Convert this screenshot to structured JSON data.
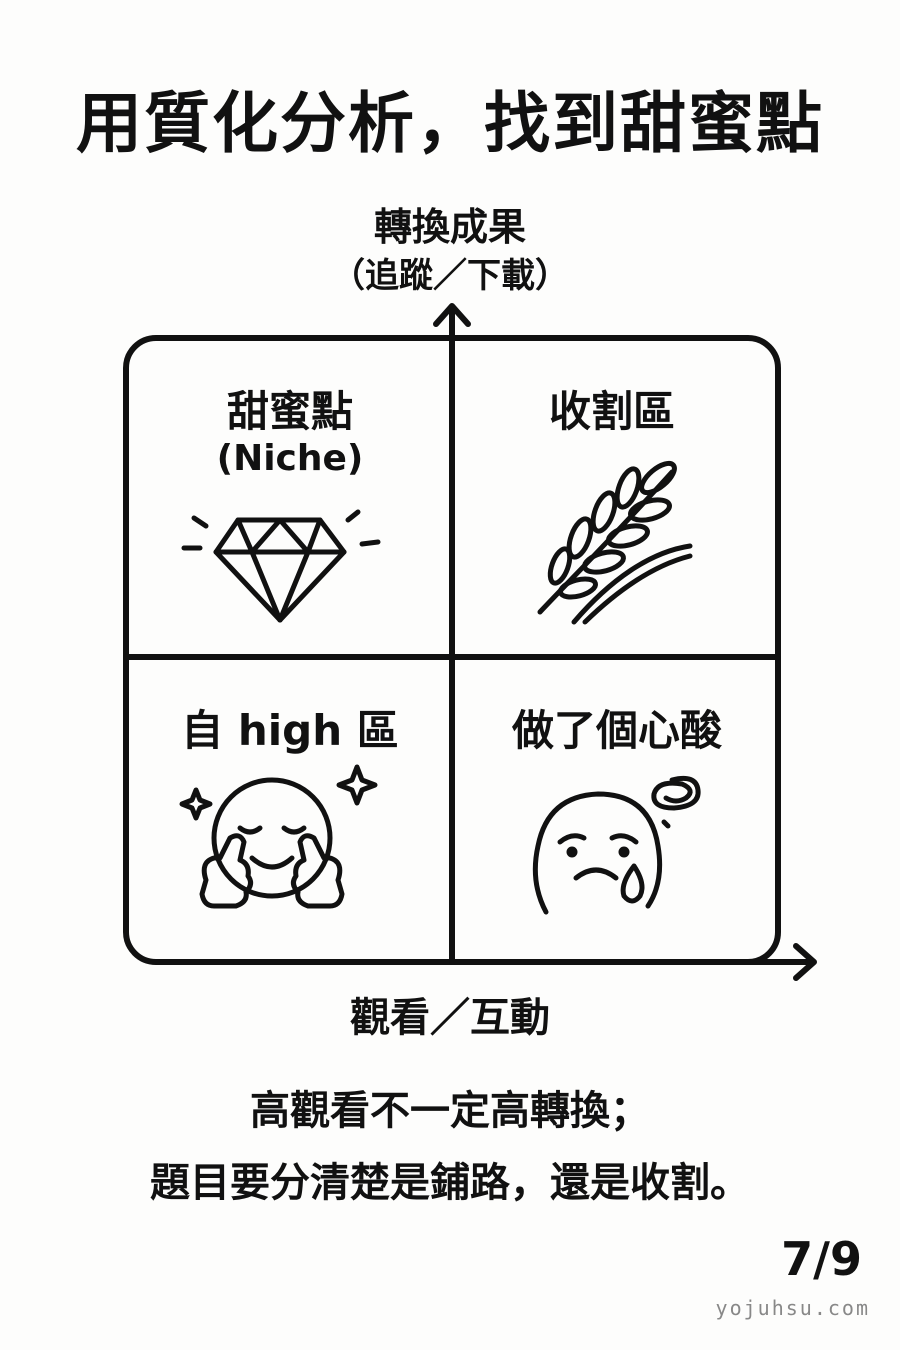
{
  "title": "用質化分析，找到甜蜜點",
  "y_axis": {
    "label": "轉換成果",
    "sublabel": "（追蹤／下載）"
  },
  "x_axis": {
    "label": "觀看／互動"
  },
  "quadrants": {
    "top_left": {
      "label": "甜蜜點",
      "sublabel": "(Niche)",
      "icon": "diamond-icon"
    },
    "top_right": {
      "label": "收割區",
      "icon": "wheat-icon"
    },
    "bottom_left": {
      "label": "自 high 區",
      "icon": "happy-face-thumbs-up-icon"
    },
    "bottom_right": {
      "label": "做了個心酸",
      "icon": "sad-face-tear-icon"
    }
  },
  "note": {
    "line1": "高觀看不一定高轉換；",
    "line2": "題目要分清楚是鋪路，還是收割。"
  },
  "page_number": "7/9",
  "watermark": "yojuhsu.com",
  "colors": {
    "ink": "#111111",
    "background": "#fdfdfc",
    "watermark": "#888888"
  }
}
